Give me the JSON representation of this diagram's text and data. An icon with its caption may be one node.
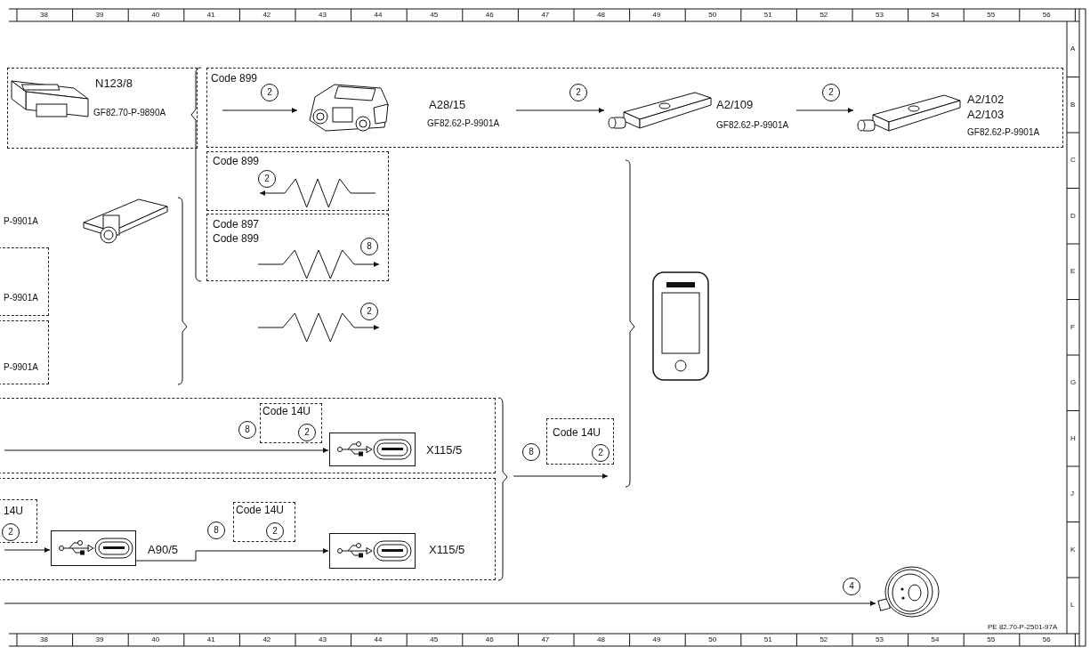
{
  "diagram": {
    "nodes": [
      {
        "text": [
          "N123/8",
          "GF82.70-P-9890A"
        ]
      },
      {
        "text": [
          "Code 899"
        ]
      },
      {
        "text": [
          "A28/15",
          "GF82.62-P-9901A"
        ],
        "in": 1
      },
      {
        "text": [
          "A2/109",
          "GF82.62-P-9901A"
        ],
        "in": 1
      },
      {
        "text": [
          "A2/102",
          "A2/103",
          "GF82.62-P-9901A"
        ],
        "in": 1
      },
      {
        "text": [
          "Code 899"
        ]
      },
      {
        "text": [
          "Code 897",
          "Code 899"
        ]
      },
      {
        "text": [],
        "shape": "picture"
      },
      {
        "text": [
          "P-9901A"
        ]
      },
      {
        "text": [
          "P-9901A"
        ]
      },
      {
        "text": [],
        "shape": "picture"
      },
      {
        "text": [],
        "shape": "box"
      },
      {
        "text": [
          "Code 14U",
          "2"
        ],
        "in": 11
      },
      {
        "text": [],
        "shape": "box",
        "beside": [
          "X115/5"
        ],
        "in": 11
      },
      {
        "text": [
          "Code 14U",
          "2"
        ]
      },
      {
        "text": [],
        "shape": "box"
      },
      {
        "text": [
          "14U",
          "2"
        ],
        "in": 15
      },
      {
        "text": [],
        "shape": "box",
        "beside": [
          "A90/5"
        ],
        "in": 15
      },
      {
        "text": [
          "Code 14U",
          "2"
        ],
        "in": 15
      },
      {
        "text": [],
        "shape": "box",
        "beside": [
          "X115/5"
        ],
        "in": 15
      },
      {
        "text": [],
        "shape": "picture"
      }
    ],
    "edges": [
      {
        "from": null,
        "to": 2,
        "arrow": "to",
        "label": "2"
      },
      {
        "from": 2,
        "to": 3,
        "arrow": "to",
        "label": "2"
      },
      {
        "from": 3,
        "to": 4,
        "arrow": "to",
        "label": "2"
      },
      {
        "from": null,
        "to": 13,
        "arrow": "to",
        "label": "8"
      },
      {
        "from": null,
        "to": 17,
        "arrow": "to"
      },
      {
        "from": 17,
        "to": 19,
        "arrow": "to",
        "label": "8"
      },
      {
        "from": null,
        "to": 20,
        "arrow": "to",
        "label": "4"
      },
      {
        "from": null,
        "to": 14,
        "arrow": "to",
        "label": "8"
      }
    ],
    "labels": [
      "38",
      "39",
      "40",
      "41",
      "42",
      "43",
      "44",
      "45",
      "46",
      "47",
      "48",
      "49",
      "50",
      "51",
      "52",
      "53",
      "54",
      "55",
      "56",
      "A",
      "B",
      "C",
      "D",
      "E",
      "F",
      "G",
      "H",
      "J",
      "K",
      "L",
      "P-9901A",
      "2",
      "8",
      "2",
      "38",
      "39",
      "40",
      "41",
      "42",
      "43",
      "44",
      "45",
      "46",
      "47",
      "48",
      "49",
      "50",
      "51",
      "52",
      "53",
      "54",
      "55",
      "56",
      "PE 82.70-P-2501-97A"
    ]
  }
}
